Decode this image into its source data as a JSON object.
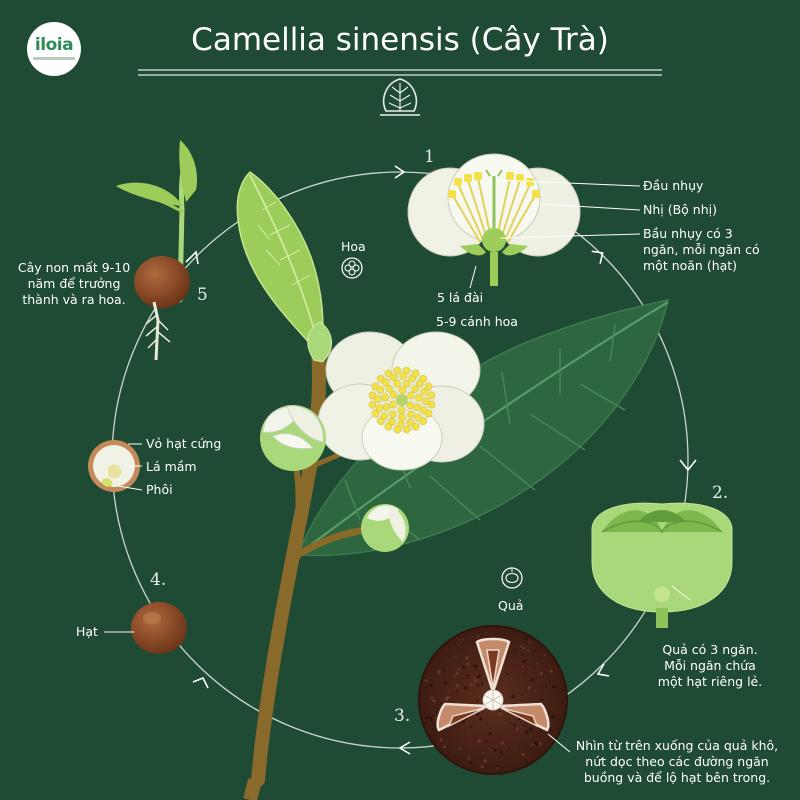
{
  "brand": {
    "logo_text": "iloia"
  },
  "title": "Camellia sinensis (Cây Trà)",
  "stages": {
    "s1": "1",
    "s2": "2.",
    "s3": "3.",
    "s4": "4.",
    "s5": "5"
  },
  "labels": {
    "stigma": "Đầu nhụy",
    "stamens": "Nhị (Bộ nhị)",
    "ovary": [
      "Bầu nhụy có 3",
      "ngăn, mỗi ngăn có",
      "một noãn (hạt)"
    ],
    "sepals": "5 lá đài",
    "petals": "5-9 cánh hoa",
    "flower_icon": "Hoa",
    "fruit_icon": "Quả",
    "fruit": [
      "Quả có 3 ngăn.",
      "Mỗi ngăn chứa",
      "một hạt riêng lẻ."
    ],
    "dry_fruit": [
      "Nhìn từ trên xuống của quả khô,",
      "nứt dọc theo các đường ngăn",
      "buồng và để lộ hạt bên trong."
    ],
    "seed": "Hạt",
    "seed_coat": "Vỏ hạt cứng",
    "cotyledon": "Lá mầm",
    "embryo": "Phôi",
    "seedling": [
      "Cây non mất 9-10",
      "năm để trưởng",
      "thành và ra hoa."
    ]
  },
  "colors": {
    "background": "#1f4a33",
    "leaf": "#9ccc5a",
    "dark_leaf": "#2a5c3a",
    "flower": "#f7f8f0",
    "stamen": "#f2e14a",
    "fruit_green": "#a8d87a",
    "seed_brown": "#8a4a2a",
    "dry_fruit": "#4a2418",
    "stem": "#8a6a2a"
  }
}
